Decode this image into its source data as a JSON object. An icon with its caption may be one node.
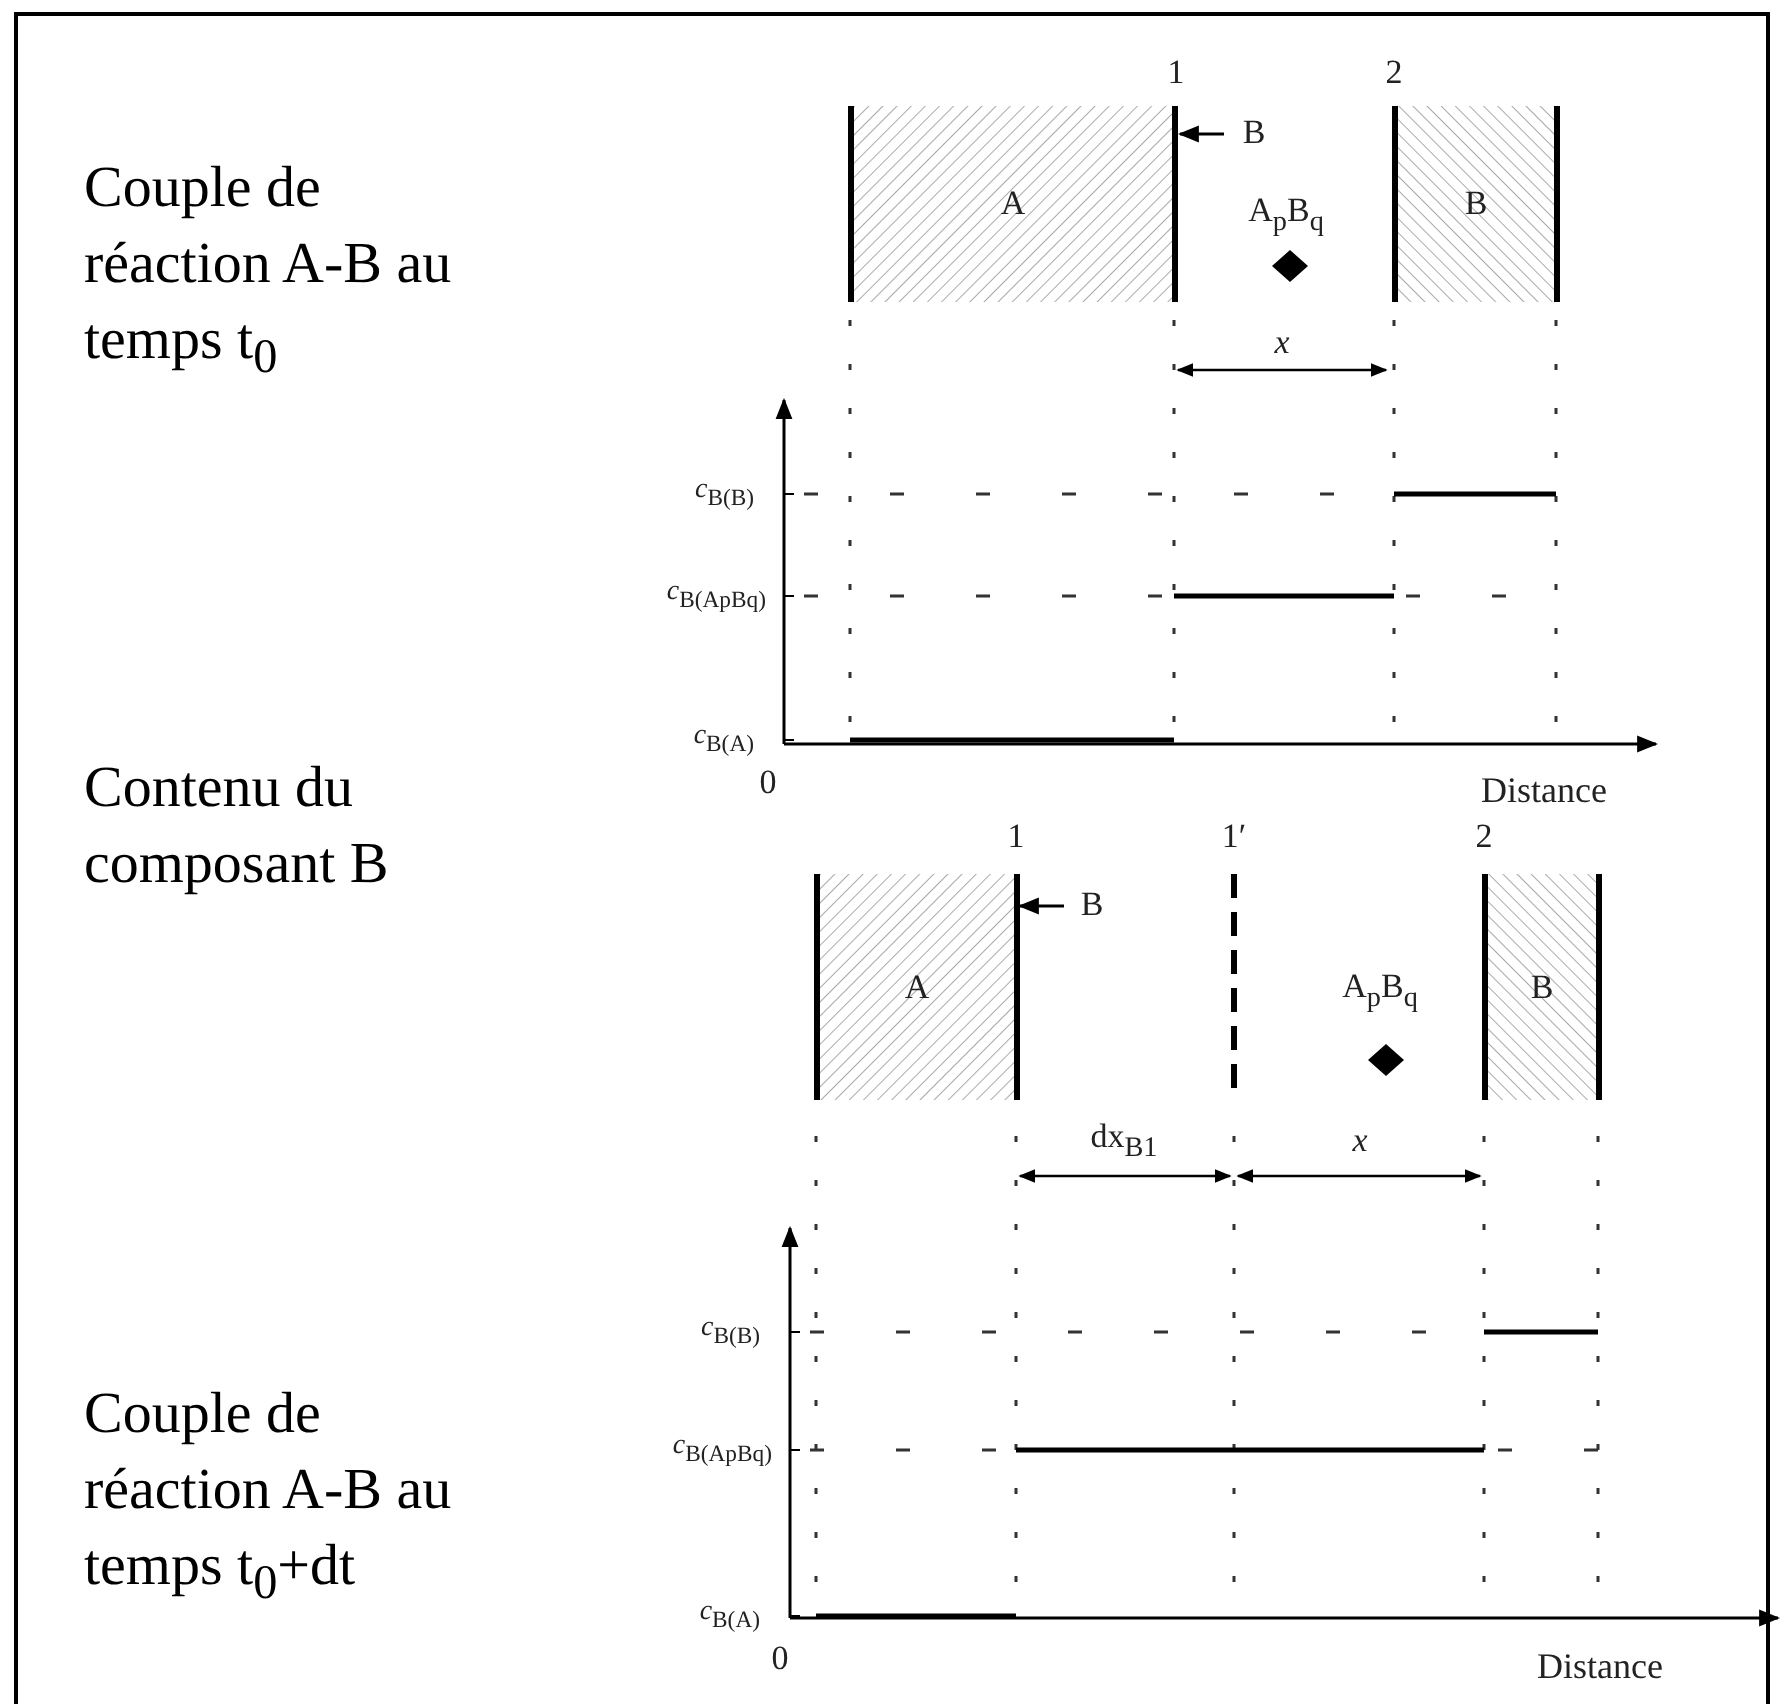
{
  "diagram": {
    "nodes": [
      {
        "text": [
          "A"
        ]
      },
      {
        "text": [
          "B"
        ]
      },
      {
        "text": [
          "A"
        ]
      },
      {
        "text": [
          "B"
        ]
      }
    ],
    "labels": [
      "Couple de réaction A-B au temps t$_{0}$",
      "1",
      "2",
      "B",
      "A$_{p}$B$_{q}$",
      "x",
      "*c*$_{B(B)}$",
      "*c*$_{B(ApBq)}$",
      "*c*$_{B(A)}$",
      "0",
      "Distance",
      "Contenu du composant B",
      "1",
      "1′",
      "2",
      "B",
      "A$_{p}$B$_{q}$",
      "dx$_{B1}$",
      "x",
      "Couple de réaction A-B au temps t$_{0}$+dt",
      "*c*$_{B(B)}$",
      "*c*$_{B(ApBq)}$",
      "*c*$_{B(A)}$",
      "0",
      "Distance"
    ]
  }
}
